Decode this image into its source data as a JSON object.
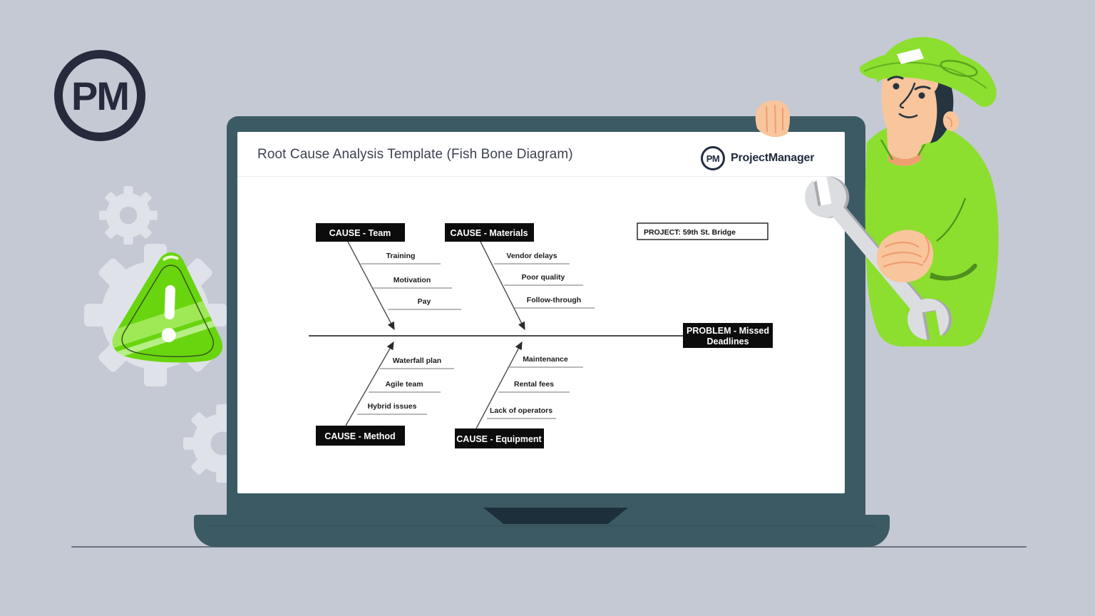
{
  "page_logo": {
    "badge": "PM"
  },
  "screen": {
    "title": "Root Cause Analysis Template (Fish Bone Diagram)",
    "brand": {
      "badge": "PM",
      "name": "ProjectManager"
    }
  },
  "diagram": {
    "project_label": "PROJECT: 59th St. Bridge",
    "problem": {
      "line1": "PROBLEM - Missed",
      "line2": "Deadlines"
    },
    "causes": [
      {
        "label": "CAUSE - Team",
        "items": [
          "Training",
          "Motivation",
          "Pay"
        ]
      },
      {
        "label": "CAUSE - Materials",
        "items": [
          "Vendor delays",
          "Poor quality",
          "Follow-through"
        ]
      },
      {
        "label": "CAUSE - Method",
        "items": [
          "Waterfall plan",
          "Agile team",
          "Hybrid issues"
        ]
      },
      {
        "label": "CAUSE - Equipment",
        "items": [
          "Maintenance",
          "Rental fees",
          "Lack of operators"
        ]
      }
    ]
  },
  "icons": [
    "pm-logo-icon",
    "gear-icon",
    "warning-triangle-icon",
    "wrench-icon",
    "worker-illustration"
  ],
  "colors": {
    "background": "#c5c9d4",
    "navy": "#252b3d",
    "laptop_teal": "#3c5a64",
    "laptop_notch": "#1d2f3a",
    "accent_green": "#8cdf2e",
    "triangle_green": "#69d50f",
    "gear_gray": "#e0e2e9",
    "skin": "#f9c59c",
    "box_black": "#0c0c0c"
  }
}
